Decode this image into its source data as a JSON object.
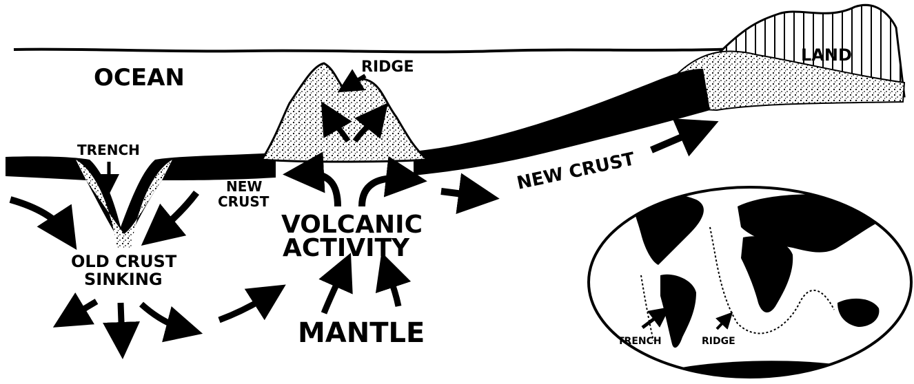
{
  "labels": {
    "ocean": "OCEAN",
    "ridge": "RIDGE",
    "land": "LAND",
    "trench": "TRENCH",
    "new_crust_left_1": "NEW",
    "new_crust_left_2": "CRUST",
    "new_crust_right": "NEW CRUST",
    "volcanic_1": "VOLCANIC",
    "volcanic_2": "ACTIVITY",
    "old_crust_1": "OLD CRUST",
    "old_crust_2": "SINKING",
    "mantle": "MANTLE"
  },
  "inset_map": {
    "trench_label": "TRENCH",
    "ridge_label": "RIDGE"
  },
  "colors": {
    "ink": "#000000",
    "paper": "#ffffff"
  }
}
